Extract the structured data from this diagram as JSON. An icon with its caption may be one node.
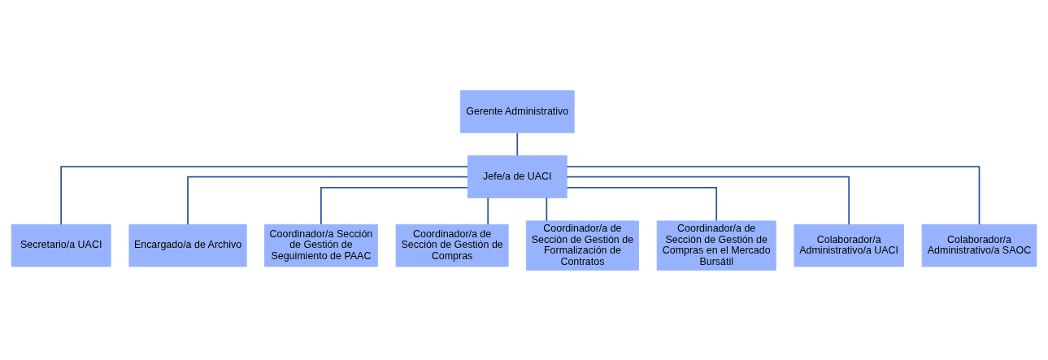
{
  "diagram": {
    "nodes": [
      {
        "text": [
          "Gerente Administrativo"
        ]
      },
      {
        "text": [
          "Jefe/a de UACI"
        ]
      },
      {
        "text": [
          "Secretario/a UACI"
        ]
      },
      {
        "text": [
          "Encargado/a de Archivo"
        ]
      },
      {
        "text": [
          "Coordinador/a Sección de Gestión de Seguimiento de PAAC"
        ]
      },
      {
        "text": [
          "Coordinador/a de Sección de Gestión de Compras"
        ]
      },
      {
        "text": [
          "Coordinador/a de Sección de Gestión de Formalización de Contratos"
        ]
      },
      {
        "text": [
          "Coordinador/a de Sección de Gestión de Compras en el Mercado Bursátil"
        ]
      },
      {
        "text": [
          "Colaborador/a Administrativo/a UACI"
        ]
      },
      {
        "text": [
          "Colaborador/a Administrativo/a SAOC"
        ]
      }
    ],
    "edges": [
      {
        "from": 0,
        "to": 1,
        "arrow": "none"
      },
      {
        "from": 1,
        "to": 2,
        "arrow": "none"
      },
      {
        "from": 1,
        "to": 3,
        "arrow": "none"
      },
      {
        "from": 1,
        "to": 4,
        "arrow": "none"
      },
      {
        "from": 1,
        "to": 5,
        "arrow": "none"
      },
      {
        "from": 1,
        "to": 6,
        "arrow": "none"
      },
      {
        "from": 1,
        "to": 7,
        "arrow": "none"
      },
      {
        "from": 1,
        "to": 8,
        "arrow": "none"
      },
      {
        "from": 1,
        "to": 9,
        "arrow": "none"
      }
    ]
  }
}
